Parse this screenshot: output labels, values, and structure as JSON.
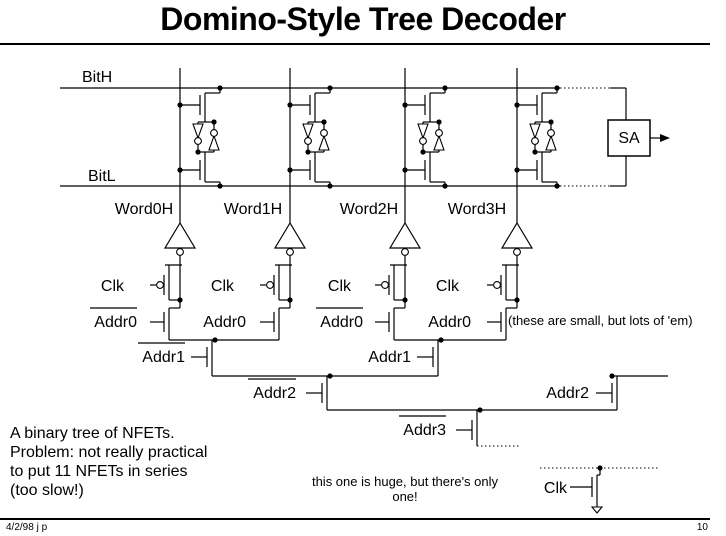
{
  "slide": {
    "title": "Domino-Style Tree Decoder",
    "footer_date": "4/2/98  j p",
    "page_number": "10"
  },
  "diagram": {
    "bit_h": "BitH",
    "bit_l": "BitL",
    "sense_amp": "SA",
    "word_labels": [
      "Word0H",
      "Word1H",
      "Word2H",
      "Word3H"
    ],
    "clk": "Clk",
    "addr0": "Addr0",
    "addr1": "Addr1",
    "addr2": "Addr2",
    "addr3": "Addr3",
    "note_small": "(these are small, but lots of 'em)",
    "note_huge": "this one is huge, but there's only one!"
  },
  "description": [
    "A binary tree of NFETs.",
    "Problem:  not really practical",
    "to put 11 NFETs in series",
    "(too slow!)"
  ]
}
